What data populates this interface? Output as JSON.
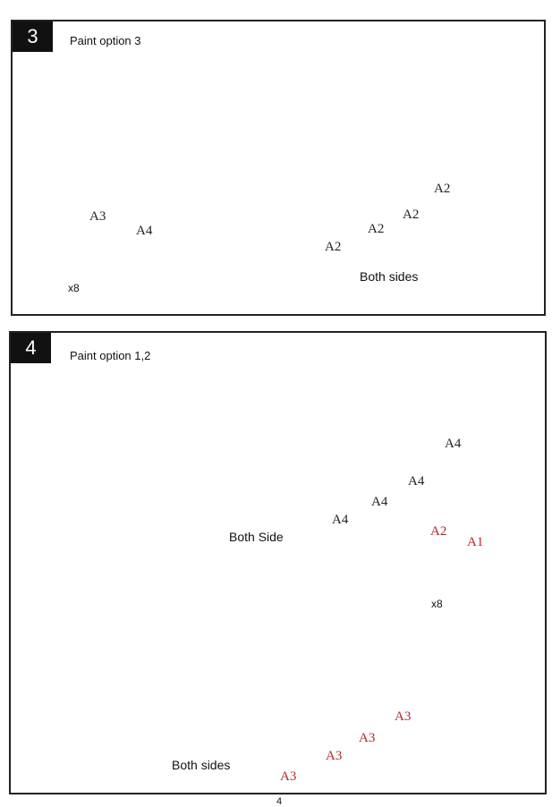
{
  "step3": {
    "number": "3",
    "title": "Paint option 3",
    "wheel_labels": [
      "A2",
      "A2",
      "A2",
      "A2"
    ],
    "detail": {
      "part_a": "A3",
      "part_b": "A4",
      "quantity": "x8"
    },
    "note": "Both sides"
  },
  "step4": {
    "number": "4",
    "title": "Paint option 1,2",
    "upper": {
      "wheel_labels": [
        "A4",
        "A4",
        "A4",
        "A4"
      ],
      "note": "Both Side"
    },
    "lower": {
      "wheel_labels": [
        "A3",
        "A3",
        "A3",
        "A3"
      ],
      "detail": {
        "part_a": "A2",
        "part_b": "A1",
        "quantity": "x8"
      },
      "note": "Both sides"
    }
  },
  "page_number": "4",
  "colors": {
    "callout_red": "#b3282d",
    "label_red": "#b3282d",
    "ink": "#222222"
  }
}
